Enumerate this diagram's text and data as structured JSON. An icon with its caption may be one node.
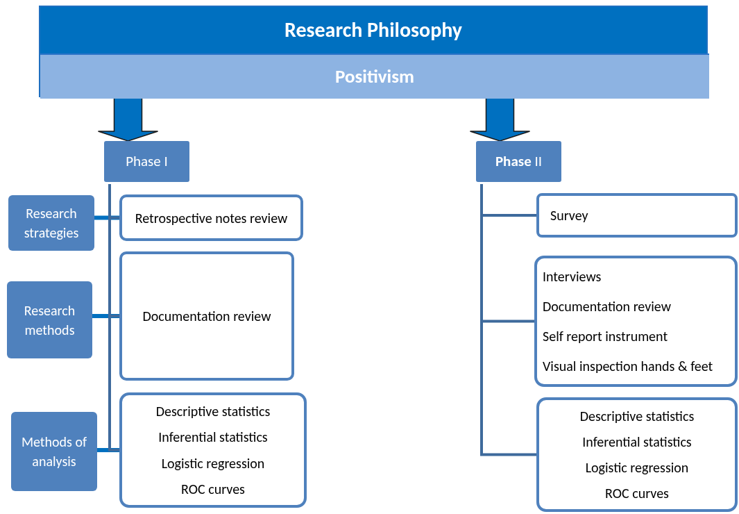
{
  "diagram": {
    "nodes": [
      {
        "text": [
          "Research Philosophy"
        ]
      },
      {
        "text": [
          "Positivism"
        ],
        "in": 0
      },
      {
        "text": [
          "Phase I"
        ]
      },
      {
        "text": [
          "**Phase** II"
        ]
      },
      {
        "text": [
          "Research strategies"
        ]
      },
      {
        "text": [
          "Research methods"
        ]
      },
      {
        "text": [
          "Methods of analysis"
        ]
      },
      {
        "text": [
          "Retrospective notes review"
        ]
      },
      {
        "text": [
          "Documentation review"
        ]
      },
      {
        "text": [
          "Descriptive statistics",
          "Inferential statistics",
          "Logistic regression",
          "ROC curves"
        ]
      },
      {
        "text": [
          "Survey"
        ]
      },
      {
        "text": [
          "Interviews",
          "Documentation review",
          "Self report instrument",
          "Visual inspection hands & feet"
        ]
      },
      {
        "text": [
          "Descriptive statistics",
          "Inferential statistics",
          "Logistic regression",
          "ROC curves"
        ]
      }
    ],
    "edges": [
      {
        "from": 0,
        "to": 2,
        "arrow": "to",
        "style": "thick"
      },
      {
        "from": 0,
        "to": 3,
        "arrow": "to",
        "style": "thick"
      },
      {
        "from": 4,
        "to": 7,
        "arrow": "none",
        "color": "#0070c0"
      },
      {
        "from": 5,
        "to": 8,
        "arrow": "none",
        "color": "#0070c0"
      },
      {
        "from": 6,
        "to": 9,
        "arrow": "none",
        "color": "#0070c0"
      },
      {
        "from": 2,
        "to": 7,
        "arrow": "none"
      },
      {
        "from": 2,
        "to": 8,
        "arrow": "none"
      },
      {
        "from": 2,
        "to": 9,
        "arrow": "none"
      },
      {
        "from": 3,
        "to": 10,
        "arrow": "none"
      },
      {
        "from": 3,
        "to": 11,
        "arrow": "none"
      },
      {
        "from": 3,
        "to": 12,
        "arrow": "none"
      }
    ]
  }
}
